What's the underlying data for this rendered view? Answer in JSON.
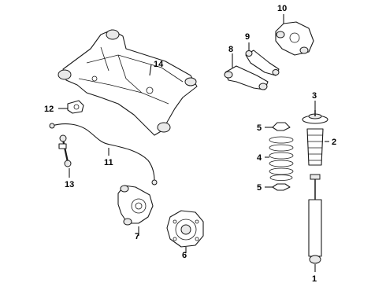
{
  "callouts": {
    "c1": "1",
    "c2": "2",
    "c3": "3",
    "c4": "4",
    "c5a": "5",
    "c5b": "5",
    "c6": "6",
    "c7": "7",
    "c8": "8",
    "c9": "9",
    "c10": "10",
    "c11": "11",
    "c12": "12",
    "c13": "13",
    "c14": "14"
  }
}
